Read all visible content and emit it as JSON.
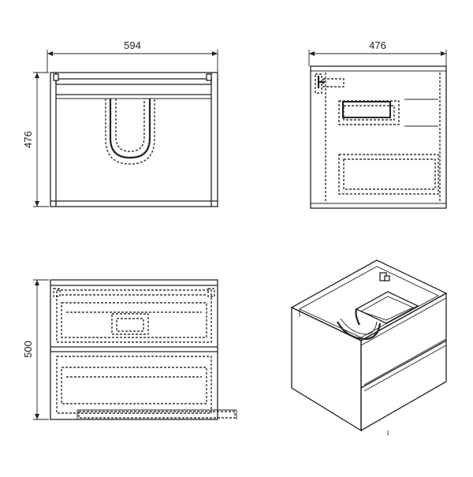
{
  "drawing": {
    "dim_top_width": "594",
    "dim_top_depth": "476",
    "dim_side_depth": "476",
    "dim_front_height": "500"
  }
}
